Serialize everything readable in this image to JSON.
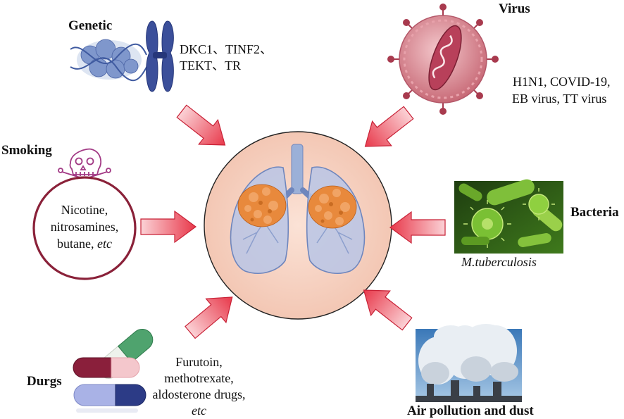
{
  "factors": {
    "genetic": {
      "title": "Genetic",
      "line1": "DKC1、TINF2、",
      "line2": "TEKT、TR"
    },
    "virus": {
      "title": "Virus",
      "line1": "H1N1, COVID-19,",
      "line2": "EB virus, TT virus"
    },
    "smoking": {
      "title": "Smoking",
      "line1": "Nicotine,",
      "line2": "nitrosamines,",
      "line3_text": "butane, ",
      "line3_etc": "etc"
    },
    "bacteria": {
      "title": "Bacteria",
      "example": "M.tuberculosis"
    },
    "drugs": {
      "title": "Durgs",
      "line1": "Furutoin,",
      "line2": "methotrexate,",
      "line3": "aldosterone drugs,",
      "line4_etc": "etc"
    },
    "air": {
      "title": "Air pollution and dust"
    }
  },
  "colors": {
    "arrow_fill": "#e8384a",
    "arrow_light": "#fbd0d4",
    "center_circle": "#f7d3c4",
    "lung_blue": "#8fa3cf",
    "protein_orange": "#e8893c",
    "smoking_ring": "#8a2139",
    "chromosome": "#3b4f9a",
    "virus_body": "#d07a85",
    "bacteria_green": "#6fb92e"
  },
  "icons": [
    "dna-icon",
    "chromosome-icon",
    "virus-icon",
    "skull-icon",
    "bacteria-icon",
    "pills-icon",
    "factory-smoke-icon",
    "lungs-icon"
  ]
}
